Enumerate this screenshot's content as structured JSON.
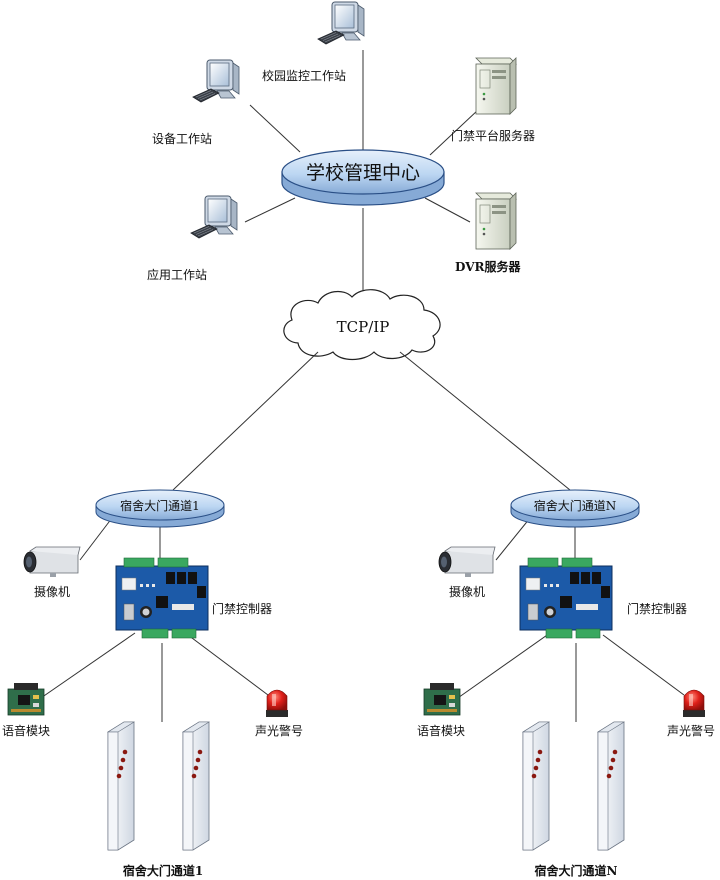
{
  "center": {
    "label": "学校管理中心"
  },
  "network": {
    "label": "TCP/IP"
  },
  "workstations": {
    "campus_monitor": "校园监控工作站",
    "equipment": "设备工作站",
    "application": "应用工作站"
  },
  "servers": {
    "access_platform": "门禁平台服务器",
    "dvr": "DVR服务器"
  },
  "channels": [
    {
      "hub_label": "宿舍大门通道1",
      "camera": "摄像机",
      "controller": "门禁控制器",
      "voice_module": "语音模块",
      "alarm": "声光警号",
      "gate_label": "宿舍大门通道1"
    },
    {
      "hub_label": "宿舍大门通道N",
      "camera": "摄像机",
      "controller": "门禁控制器",
      "voice_module": "语音模块",
      "alarm": "声光警号",
      "gate_label": "宿舍大门通道N"
    }
  ],
  "colors": {
    "hub_fill": "#bcd6f2",
    "hub_stroke": "#2a4f86",
    "board": "#1c5aa8",
    "terminal": "#3aa860",
    "alarm": "#e0201a",
    "gate_dot": "#8a1810"
  }
}
